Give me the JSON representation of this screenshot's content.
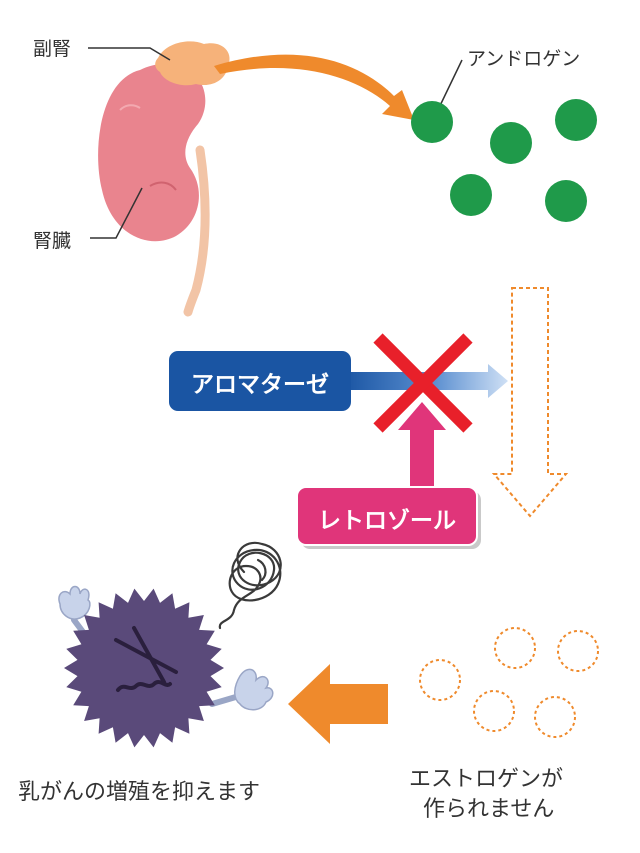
{
  "labels": {
    "adrenal": "副腎",
    "kidney": "腎臓",
    "androgen": "アンドロゲン",
    "aromatase": "アロマターゼ",
    "letrozole": "レトロゾール",
    "cancer_suppressed": "乳がんの増殖を抑えます",
    "estrogen_line1": "エストロゲンが",
    "estrogen_line2": "作られません"
  },
  "colors": {
    "androgen_dot": "#1f9a4a",
    "estrogen_ring": "#ef8a2c",
    "arrow_orange": "#ef8a2c",
    "aromatase_box": "#1a55a3",
    "letrozole_box": "#e0357a",
    "block_x": "#e8202a",
    "kidney": "#e9848e",
    "adrenal": "#f6b27a",
    "cancer_cell": "#5a4a7a"
  },
  "icons": {
    "block": "x-mark-icon",
    "confusion": "tangle-scribble-icon"
  }
}
